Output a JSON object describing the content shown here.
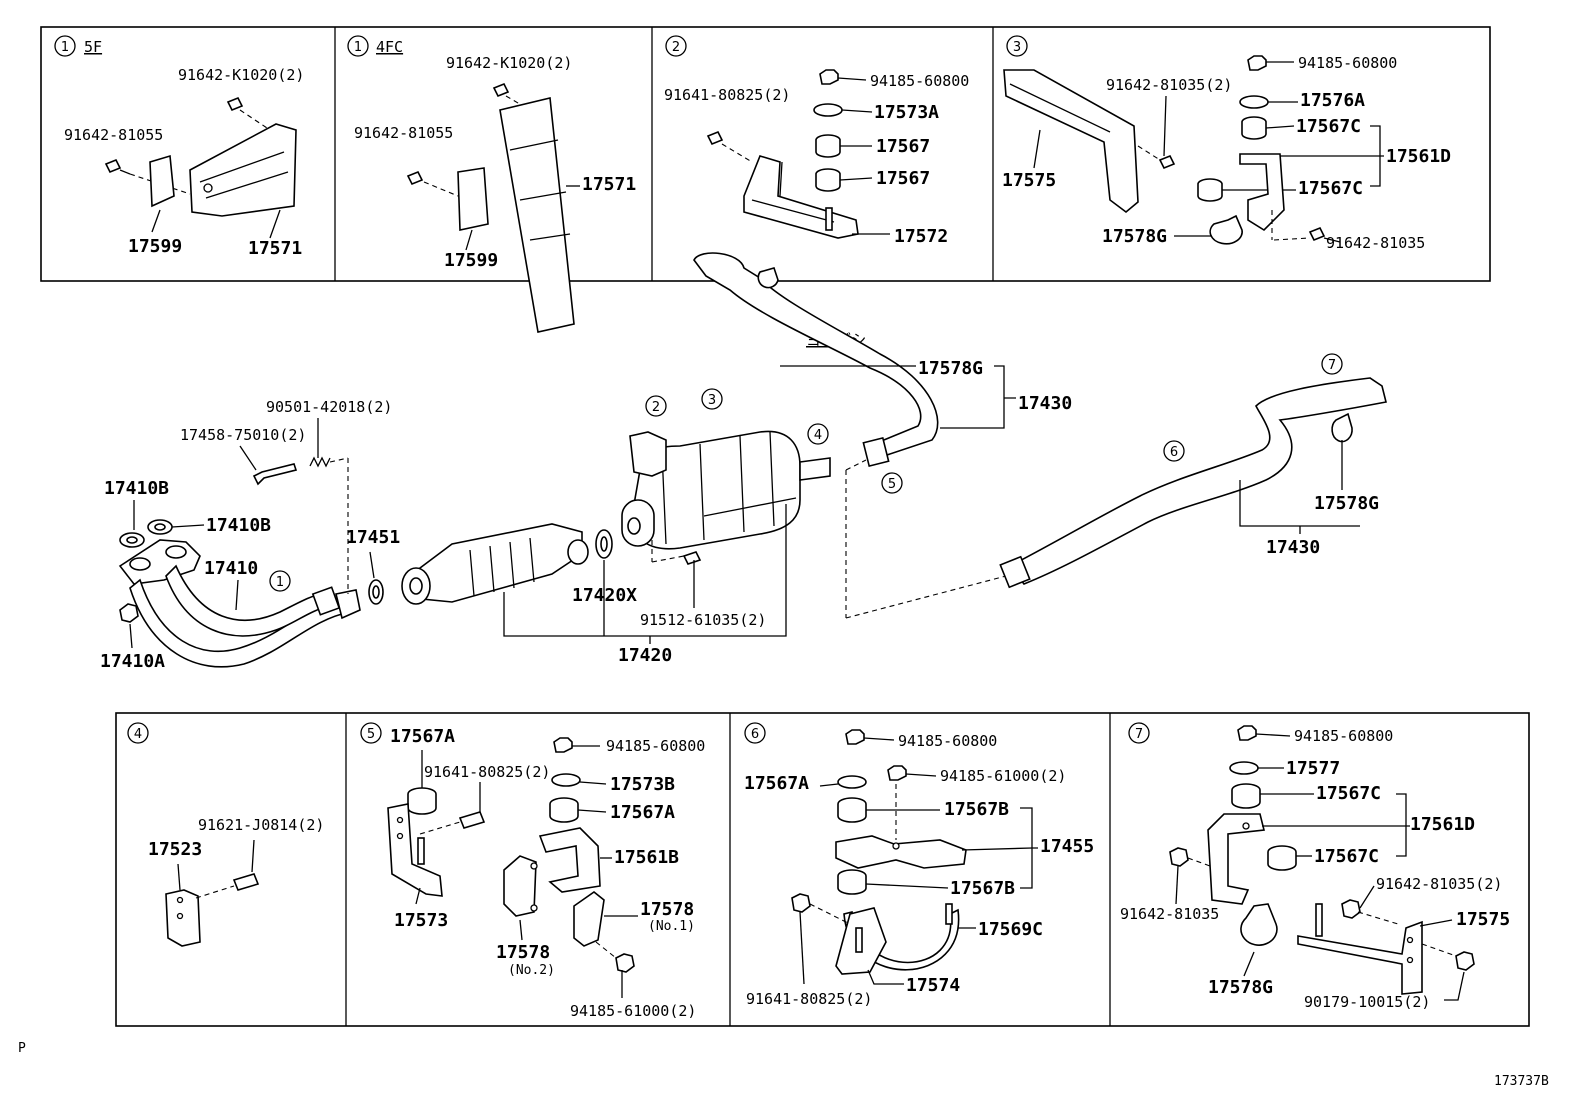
{
  "diagram_id": "173737B",
  "page_mark": "P",
  "panels": {
    "p1_5f": {
      "ref": "1",
      "variant": "5F",
      "labels": [
        "91642-K1020(2)",
        "91642-81055",
        "17599",
        "17571"
      ]
    },
    "p1_4fc": {
      "ref": "1",
      "variant": "4FC",
      "labels": [
        "91642-K1020(2)",
        "91642-81055",
        "17571",
        "17599"
      ]
    },
    "p2": {
      "ref": "2",
      "labels": [
        "94185-60800",
        "91641-80825(2)",
        "17573A",
        "17567",
        "17567",
        "17572"
      ]
    },
    "p3": {
      "ref": "3",
      "labels": [
        "94185-60800",
        "91642-81035(2)",
        "17576A",
        "17567C",
        "17561D",
        "17567C",
        "17575",
        "17578G",
        "91642-81035"
      ]
    },
    "p4": {
      "ref": "4",
      "labels": [
        "91621-J0814(2)",
        "17523"
      ]
    },
    "p5": {
      "ref": "5",
      "labels": [
        "17567A",
        "94185-60800",
        "91641-80825(2)",
        "17573B",
        "17567A",
        "17561B",
        "17573",
        "17578",
        "(No.1)",
        "17578",
        "(No.2)",
        "94185-61000(2)"
      ]
    },
    "p6": {
      "ref": "6",
      "labels": [
        "94185-60800",
        "17567A",
        "94185-61000(2)",
        "17567B",
        "17455",
        "17567B",
        "17569C",
        "17574",
        "91641-80825(2)"
      ]
    },
    "p7": {
      "ref": "7",
      "labels": [
        "94185-60800",
        "17577",
        "17567C",
        "17561D",
        "17567C",
        "91642-81035(2)",
        "91642-81035",
        "17575",
        "17578G",
        "90179-10015(2)"
      ]
    }
  },
  "main": {
    "labels": [
      "ヨコダシ",
      "17578G",
      "17430",
      "90501-42018(2)",
      "17458-75010(2)",
      "17410B",
      "17410B",
      "17451",
      "17410",
      "17410A",
      "17420X",
      "91512-61035(2)",
      "17420",
      "17578G",
      "17430"
    ],
    "refs": [
      "2",
      "3",
      "4",
      "5",
      "6",
      "7",
      "1"
    ]
  }
}
